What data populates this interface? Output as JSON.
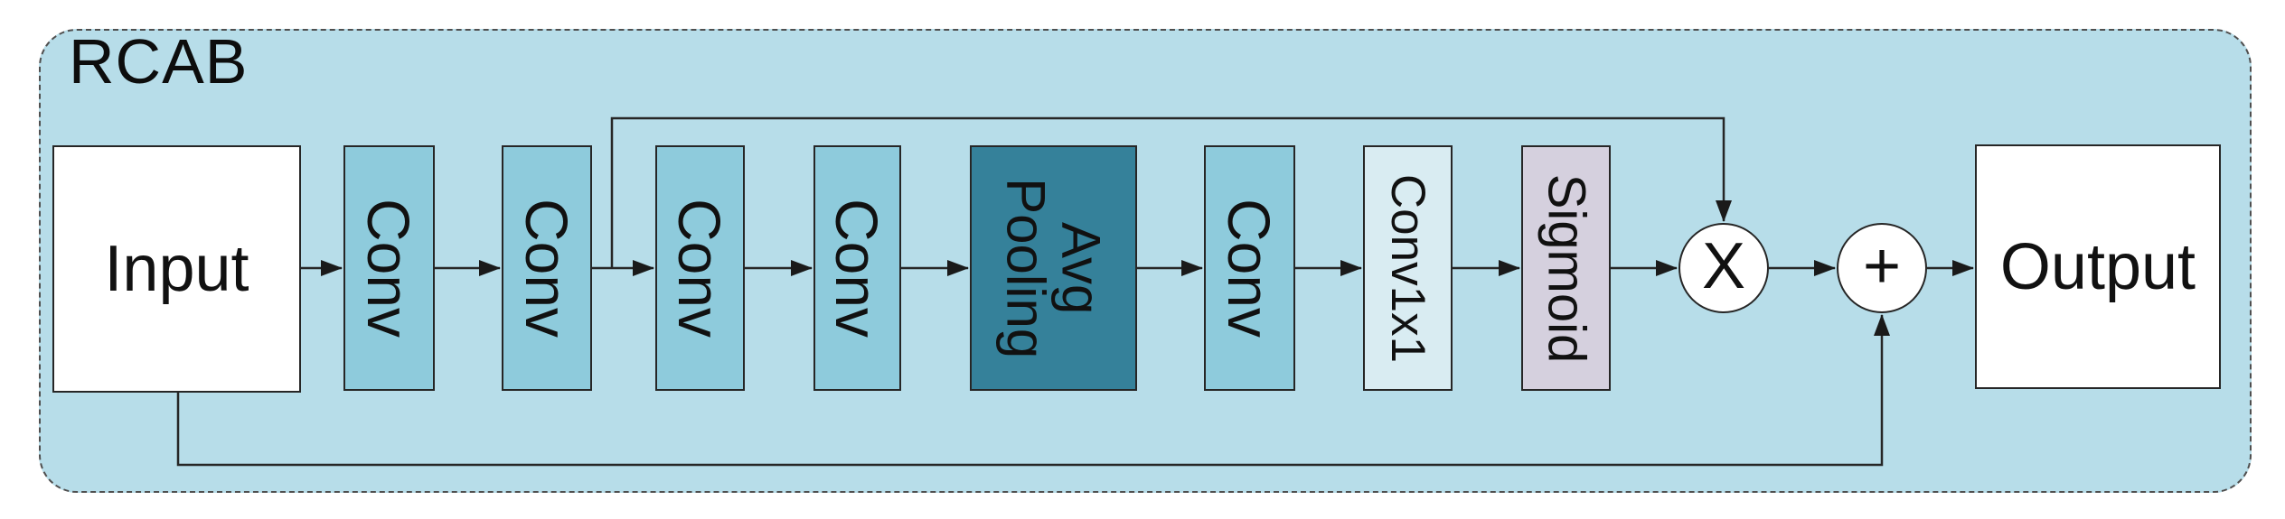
{
  "title": "RCAB",
  "nodes": {
    "input": {
      "label": "Input"
    },
    "conv1": {
      "label": "Conv"
    },
    "conv2": {
      "label": "Conv"
    },
    "conv3": {
      "label": "Conv"
    },
    "conv4": {
      "label": "Conv"
    },
    "avg_pooling": {
      "label": "Avg\nPooling"
    },
    "conv5": {
      "label": "Conv"
    },
    "conv1x1": {
      "label": "Conv1x1"
    },
    "sigmoid": {
      "label": "Sigmoid"
    },
    "multiply": {
      "label": "X"
    },
    "add": {
      "label": "+"
    },
    "output": {
      "label": "Output"
    }
  },
  "connections": {
    "main_path": [
      "input",
      "conv1",
      "conv2",
      "conv3",
      "conv4",
      "avg_pooling",
      "conv5",
      "conv1x1",
      "sigmoid",
      "multiply",
      "add",
      "output"
    ],
    "skip_top": {
      "from": "between conv2 and conv3",
      "to": "multiply"
    },
    "skip_bottom": {
      "from": "input",
      "to": "add"
    }
  },
  "colors": {
    "container_fill": "#b7dde9",
    "container_border": "#4f4f4f",
    "conv_fill": "#8ecbdc",
    "avg_pooling_fill": "#35819a",
    "conv1x1_fill": "#d9ecf2",
    "sigmoid_fill": "#d5d0de",
    "io_fill": "#ffffff",
    "line_color": "#262626"
  }
}
